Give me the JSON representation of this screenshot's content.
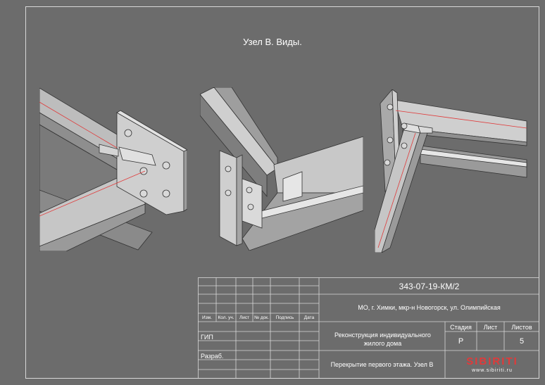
{
  "sheet": {
    "title": "Узел В. Виды.",
    "code": "343-07-19-КМ/2",
    "address": "МО, г. Химки, мкр-н Новогорск, ул. Олимпийская",
    "project": "Реконструкция индивидуального жилого дома",
    "drawing": "Перекрытие первого этажа. Узел В",
    "stage_header": "Стадия",
    "sheet_header": "Лист",
    "sheets_header": "Листов",
    "stage": "Р",
    "sheet_no": "",
    "sheets_total": "5",
    "logo": "SIBIRITI",
    "logo_url": "www.sibiriti.ru"
  },
  "table": {
    "columns": [
      "Изм.",
      "Кол. уч.",
      "Лист",
      "№ док.",
      "Подпись",
      "Дата"
    ],
    "roles": [
      "ГИП",
      "Разраб."
    ]
  },
  "colors": {
    "background": "#6c6c6c",
    "line": "#d8d8d8",
    "accent": "#e03a3a"
  }
}
